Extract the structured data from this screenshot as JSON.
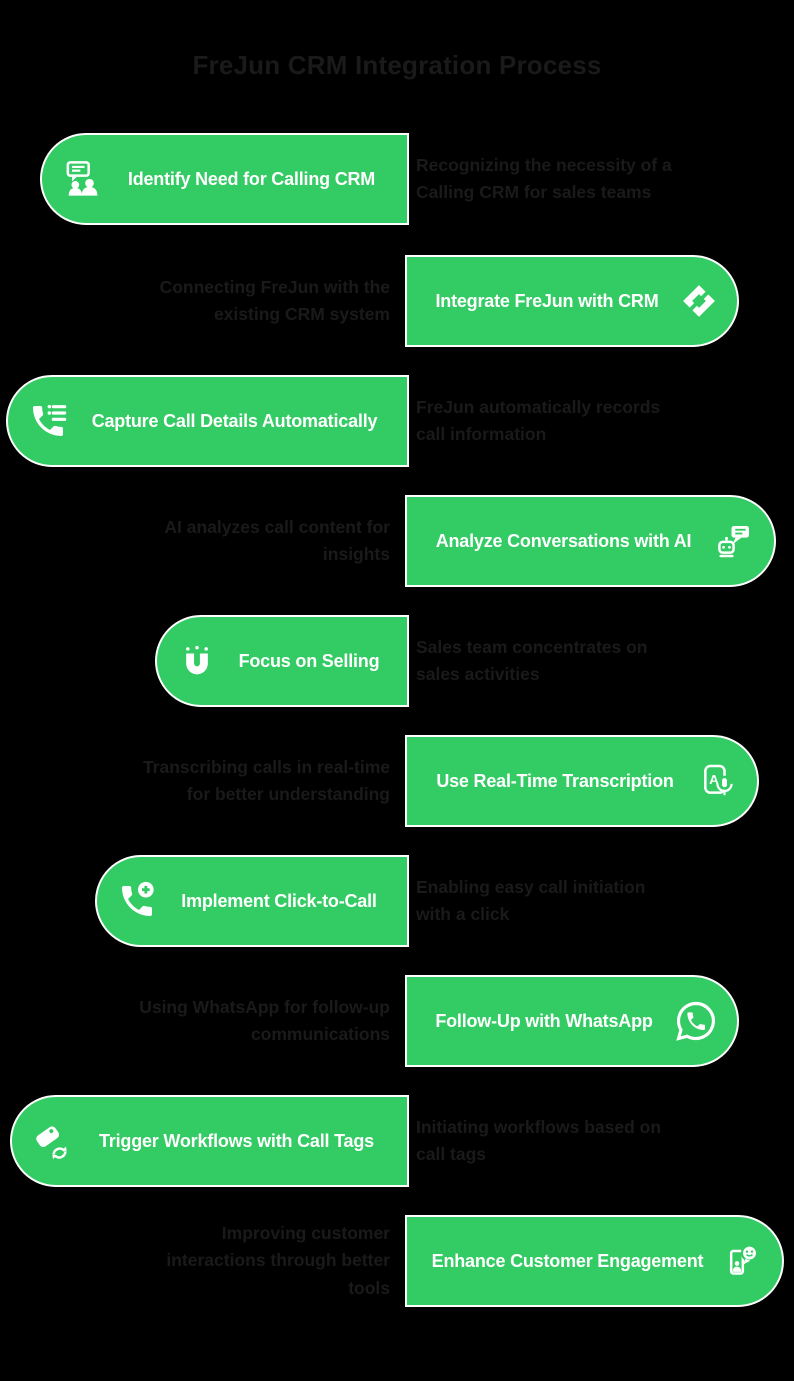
{
  "title": "FreJun CRM Integration Process",
  "colors": {
    "background": "#000000",
    "card": "#33cb63",
    "card_border": "#ffffff",
    "card_text": "#ffffff",
    "title_text": "#1a1a1a",
    "desc_text": "#1a1a1a"
  },
  "steps": [
    {
      "side": "left",
      "icon": "chat-users-icon",
      "label": "Identify Need for Calling CRM",
      "desc": "Recognizing the necessity of a\nCalling CRM for sales teams"
    },
    {
      "side": "right",
      "icon": "integration-diamond-icon",
      "label": "Integrate FreJun with CRM",
      "desc": "Connecting FreJun with the\nexisting CRM system"
    },
    {
      "side": "left",
      "icon": "phone-list-icon",
      "label": "Capture Call Details Automatically",
      "desc": "FreJun automatically records\ncall information"
    },
    {
      "side": "right",
      "icon": "robot-chat-icon",
      "label": "Analyze Conversations with AI",
      "desc": "AI analyzes call content for\ninsights"
    },
    {
      "side": "left",
      "icon": "magnet-icon",
      "label": "Focus on Selling",
      "desc": "Sales team concentrates on\nsales activities"
    },
    {
      "side": "right",
      "icon": "transcription-icon",
      "label": "Use Real-Time Transcription",
      "desc": "Transcribing calls in real-time\nfor better understanding"
    },
    {
      "side": "left",
      "icon": "phone-plus-icon",
      "label": "Implement Click-to-Call",
      "desc": "Enabling easy call initiation\nwith a click"
    },
    {
      "side": "right",
      "icon": "whatsapp-icon",
      "label": "Follow-Up with WhatsApp",
      "desc": "Using WhatsApp for follow-up\ncommunications"
    },
    {
      "side": "left",
      "icon": "tag-sync-icon",
      "label": "Trigger Workflows with Call Tags",
      "desc": "Initiating workflows based on\ncall tags"
    },
    {
      "side": "right",
      "icon": "customer-chat-icon",
      "label": "Enhance Customer Engagement",
      "desc": "Improving customer\ninteractions through better\ntools"
    }
  ]
}
